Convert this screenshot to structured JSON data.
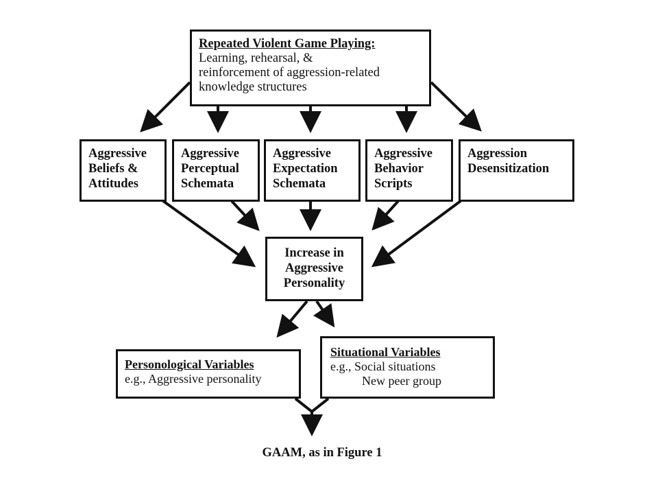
{
  "top": {
    "title": "Repeated Violent Game Playing:",
    "lines": [
      "Learning, rehearsal, &",
      "reinforcement of aggression-related",
      "knowledge structures"
    ]
  },
  "middle": [
    {
      "lines": [
        "Aggressive",
        "Beliefs &",
        "Attitudes"
      ]
    },
    {
      "lines": [
        "Aggressive",
        "Perceptual",
        "Schemata"
      ]
    },
    {
      "lines": [
        "Aggressive",
        "Expectation",
        "Schemata"
      ]
    },
    {
      "lines": [
        "Aggressive",
        "Behavior",
        "Scripts"
      ]
    },
    {
      "lines": [
        "Aggression",
        "Desensitization"
      ]
    }
  ],
  "center": {
    "lines": [
      "Increase in",
      "Aggressive",
      "Personality"
    ]
  },
  "personological": {
    "title": "Personological Variables",
    "line1": "e.g., Aggressive personality"
  },
  "situational": {
    "title": "Situational Variables",
    "line1": "e.g., Social situations",
    "line2": "New peer group"
  },
  "caption": "GAAM, as in Figure 1"
}
